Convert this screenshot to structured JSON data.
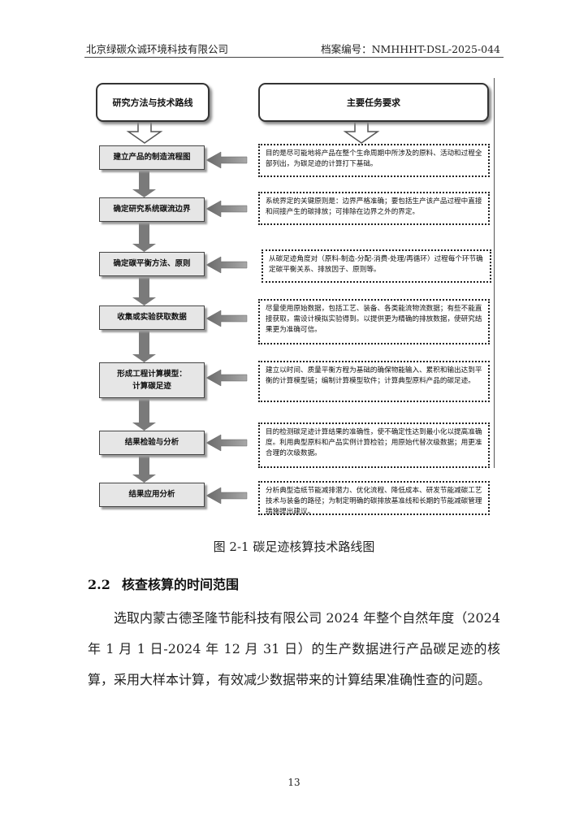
{
  "header": {
    "company": "北京绿碳众诚环境科技有限公司",
    "archive": "档案编号：NMHHHT-DSL-2025-044"
  },
  "diagram": {
    "left_title": "研究方法与技术路线",
    "right_title": "主要任务要求",
    "steps": [
      {
        "line1": "建立产品的制造流程图",
        "line2": ""
      },
      {
        "line1": "确定研究系统碳流边界",
        "line2": ""
      },
      {
        "line1": "确定碳平衡方法、原则",
        "line2": ""
      },
      {
        "line1": "收集或实验获取数据",
        "line2": ""
      },
      {
        "line1": "形成工程计算模型：",
        "line2": "计算碳足迹"
      },
      {
        "line1": "结果检验与分析",
        "line2": ""
      },
      {
        "line1": "结果应用分析",
        "line2": ""
      }
    ],
    "descriptions": [
      "目的是尽可能地将产品在整个生命周期中所涉及的原料、活动和过程全部列出，为碳足迹的计算打下基础。",
      "系统界定的关键原则是：边界严格准确；要包括生产该产品过程中直接和间接产生的碳排放；可排除在边界之外的界定。",
      "从碳足迹角度对（原料-制造-分配-消费-处理/再循环）过程每个环节确定碳平衡关系、排放因子、原则等。",
      "尽量使用原始数据，包括工艺、装备、各类能流物流数据；有些不能直接获取，需设计模拟实验得到。以提供更为精确的排放数据，使研究结果更为准确可信。",
      "建立以时间、质量平衡方程为基础的确保物能输入、累积和输出达到平衡的计算模型链；编制计算模型软件；计算典型原料产品的碳足迹。",
      "目的检测碳足迹计算结果的准确性，使不确定性达到最小化以提高准确度。利用典型原料和产品实例计算检验；用原始代替次级数据；用更准合理的次级数据。",
      "分析典型造纸节能减排潜力、优化流程、降低成本、研发节能减碳工艺技术与装备的路径；为制定明确的碳排放基准线和长期的节能减碳管理措施提出建议。"
    ]
  },
  "caption": "图 2-1  碳足迹核算技术路线图",
  "section": {
    "number": "2.2",
    "title": "核查核算的时间范围"
  },
  "paragraph": "选取内蒙古德圣隆节能科技有限公司 2024 年整个自然年度（2024 年 1 月 1 日-2024 年 12 月 31 日）的生产数据进行产品碳足迹的核算，采用大样本计算，有效减少数据带来的计算结果准确性查的问题。",
  "page_number": "13"
}
